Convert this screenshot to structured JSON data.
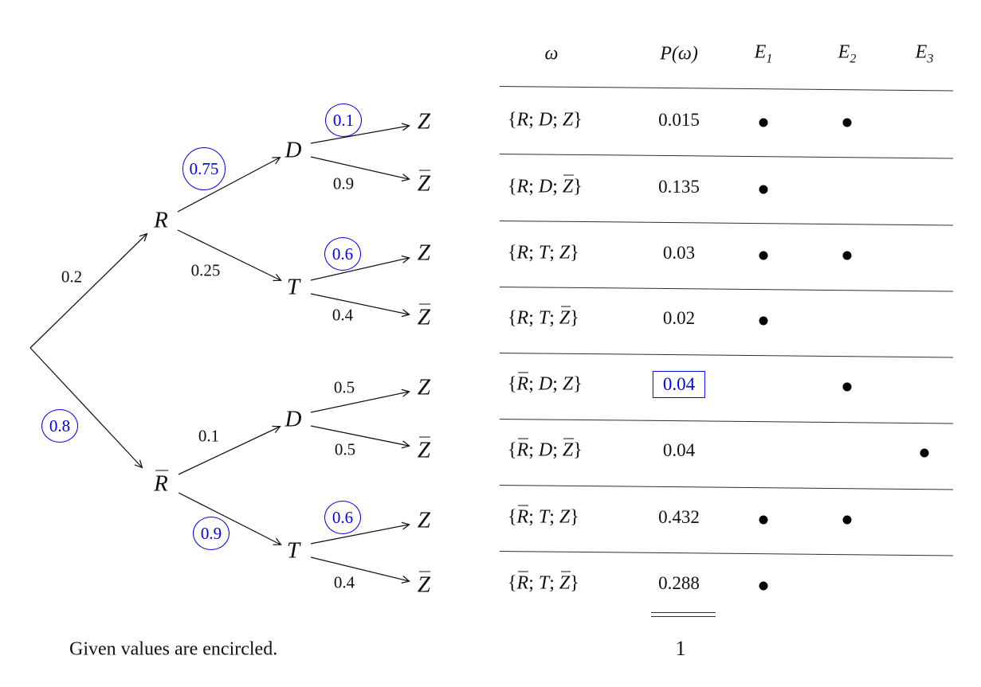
{
  "colors": {
    "accent_blue": "#0202e6",
    "ink": "#111111",
    "rule_gray": "#303030"
  },
  "caption": "Given values are encircled.",
  "tree": {
    "nodes": [
      {
        "id": "root",
        "label": ""
      },
      {
        "id": "R",
        "label": "R"
      },
      {
        "id": "Rbar",
        "label": "R̄"
      },
      {
        "id": "D1",
        "label": "D"
      },
      {
        "id": "T1",
        "label": "T"
      },
      {
        "id": "D2",
        "label": "D"
      },
      {
        "id": "T2",
        "label": "T"
      },
      {
        "id": "Z1",
        "label": "Z"
      },
      {
        "id": "Zb1",
        "label": "Z̄"
      },
      {
        "id": "Z2",
        "label": "Z"
      },
      {
        "id": "Zb2",
        "label": "Z̄"
      },
      {
        "id": "Z3",
        "label": "Z"
      },
      {
        "id": "Zb3",
        "label": "Z̄"
      },
      {
        "id": "Z4",
        "label": "Z"
      },
      {
        "id": "Zb4",
        "label": "Z̄"
      }
    ],
    "edges": [
      {
        "from": "root",
        "to": "R",
        "label": "0.2",
        "circled": false
      },
      {
        "from": "root",
        "to": "Rbar",
        "label": "0.8",
        "circled": true
      },
      {
        "from": "R",
        "to": "D1",
        "label": "0.75",
        "circled": true
      },
      {
        "from": "R",
        "to": "T1",
        "label": "0.25",
        "circled": false
      },
      {
        "from": "D1",
        "to": "Z1",
        "label": "0.1",
        "circled": true
      },
      {
        "from": "D1",
        "to": "Zb1",
        "label": "0.9",
        "circled": false
      },
      {
        "from": "T1",
        "to": "Z2",
        "label": "0.6",
        "circled": true
      },
      {
        "from": "T1",
        "to": "Zb2",
        "label": "0.4",
        "circled": false
      },
      {
        "from": "Rbar",
        "to": "D2",
        "label": "0.1",
        "circled": false
      },
      {
        "from": "Rbar",
        "to": "T2",
        "label": "0.9",
        "circled": true
      },
      {
        "from": "D2",
        "to": "Z3",
        "label": "0.5",
        "circled": false
      },
      {
        "from": "D2",
        "to": "Zb3",
        "label": "0.5",
        "circled": false
      },
      {
        "from": "T2",
        "to": "Z4",
        "label": "0.6",
        "circled": true
      },
      {
        "from": "T2",
        "to": "Zb4",
        "label": "0.4",
        "circled": false
      }
    ]
  },
  "table": {
    "col_omega": "ω",
    "col_p": "P(ω)",
    "event_cols": [
      {
        "base": "E",
        "sub": "1"
      },
      {
        "base": "E",
        "sub": "2"
      },
      {
        "base": "E",
        "sub": "3"
      }
    ],
    "rows": [
      {
        "omega": "{R; D; Z}",
        "p": "0.015",
        "events": [
          true,
          true,
          false
        ],
        "boxed": false
      },
      {
        "omega": "{R; D; Z̄}",
        "p": "0.135",
        "events": [
          true,
          false,
          false
        ],
        "boxed": false
      },
      {
        "omega": "{R; T; Z}",
        "p": "0.03",
        "events": [
          true,
          true,
          false
        ],
        "boxed": false
      },
      {
        "omega": "{R; T; Z̄}",
        "p": "0.02",
        "events": [
          true,
          false,
          false
        ],
        "boxed": false
      },
      {
        "omega": "{R̄; D; Z}",
        "p": "0.04",
        "events": [
          false,
          true,
          false
        ],
        "boxed": true
      },
      {
        "omega": "{R̄; D; Z̄}",
        "p": "0.04",
        "events": [
          false,
          false,
          true
        ],
        "boxed": false
      },
      {
        "omega": "{R̄; T; Z}",
        "p": "0.432",
        "events": [
          true,
          true,
          false
        ],
        "boxed": false
      },
      {
        "omega": "{R̄; T; Z̄}",
        "p": "0.288",
        "events": [
          true,
          false,
          false
        ],
        "boxed": false
      }
    ],
    "total": "1"
  }
}
